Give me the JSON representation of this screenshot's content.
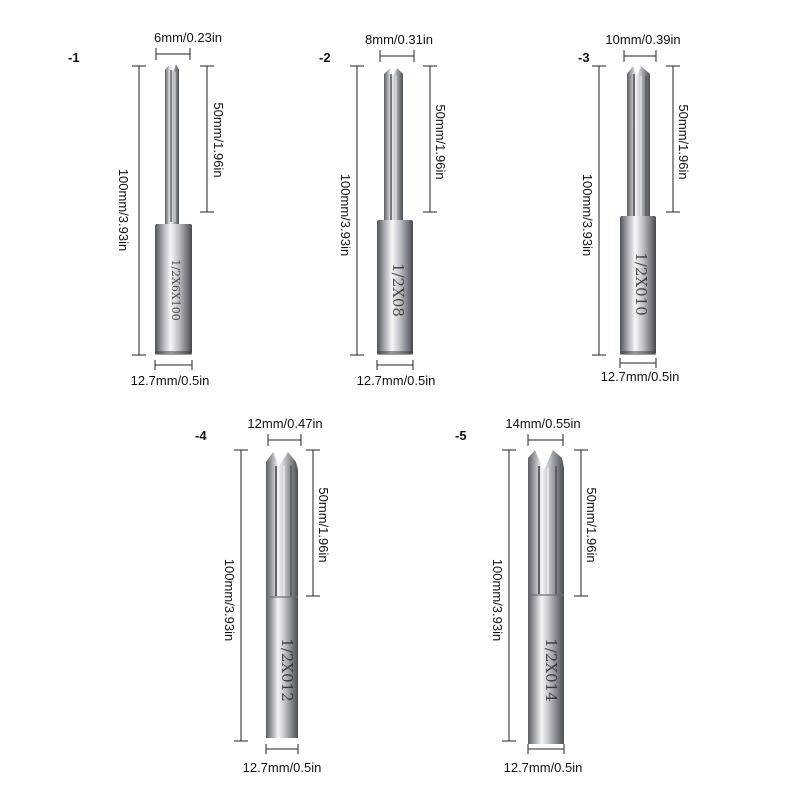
{
  "bits": [
    {
      "index": "-1",
      "cut_diameter": "6mm/0.23in",
      "cut_length": "50mm/1.96in",
      "total_length": "100mm/3.93in",
      "shank_diameter": "12.7mm/0.5in",
      "engraving": "1/2X6X100"
    },
    {
      "index": "-2",
      "cut_diameter": "8mm/0.31in",
      "cut_length": "50mm/1.96in",
      "total_length": "100mm/3.93in",
      "shank_diameter": "12.7mm/0.5in",
      "engraving": "1/2X08"
    },
    {
      "index": "-3",
      "cut_diameter": "10mm/0.39in",
      "cut_length": "50mm/1.96in",
      "total_length": "100mm/3.93in",
      "shank_diameter": "12.7mm/0.5in",
      "engraving": "1/2X010"
    },
    {
      "index": "-4",
      "cut_diameter": "12mm/0.47in",
      "cut_length": "50mm/1.96in",
      "total_length": "100mm/3.93in",
      "shank_diameter": "12.7mm/0.5in",
      "engraving": "1/2X012"
    },
    {
      "index": "-5",
      "cut_diameter": "14mm/0.55in",
      "cut_length": "50mm/1.96in",
      "total_length": "100mm/3.93in",
      "shank_diameter": "12.7mm/0.5in",
      "engraving": "1/2X014"
    }
  ],
  "colors": {
    "metal_dark": "#5e6268",
    "metal_light": "#f2f3f4",
    "dim_line": "#222222"
  }
}
